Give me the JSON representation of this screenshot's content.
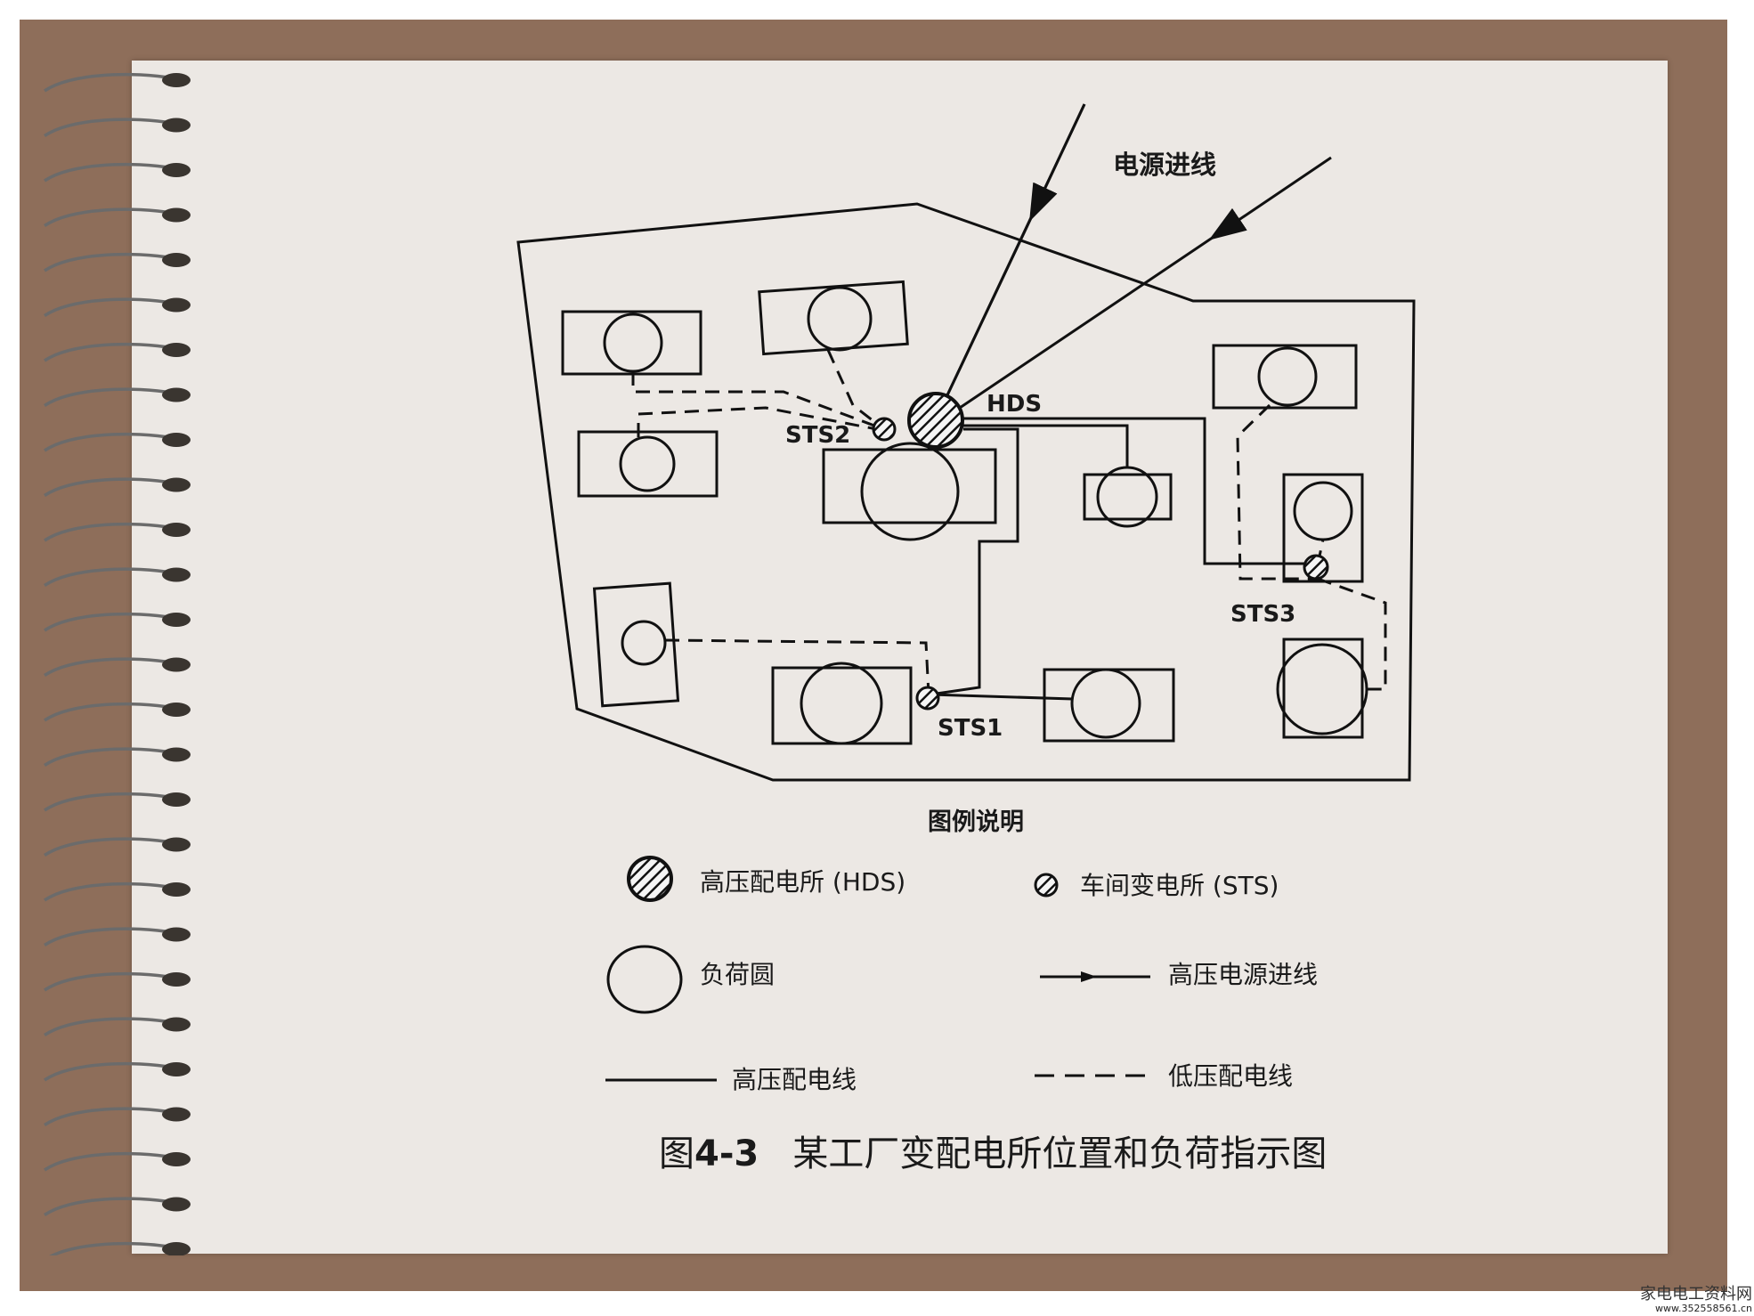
{
  "labels": {
    "power_inlet": "电源进线",
    "hds": "HDS",
    "sts1": "STS1",
    "sts2": "STS2",
    "sts3": "STS3"
  },
  "legend": {
    "title": "图例说明",
    "hds": "高压配电所 (HDS)",
    "sts": "车间变电所 (STS)",
    "load_circle": "负荷圆",
    "hv_inlet": "高压电源进线",
    "hv_line": "高压配电线",
    "lv_line": "低压配电线"
  },
  "caption": {
    "prefix": "图",
    "number": "4-3",
    "title": "某工厂变配电所位置和负荷指示图"
  },
  "watermark": {
    "site": "家电电工资料网",
    "url": "www.352558561.cn"
  },
  "colors": {
    "frame": "#8e6e5a",
    "paper": "#ece8e4",
    "ink": "#1a1a1a"
  }
}
